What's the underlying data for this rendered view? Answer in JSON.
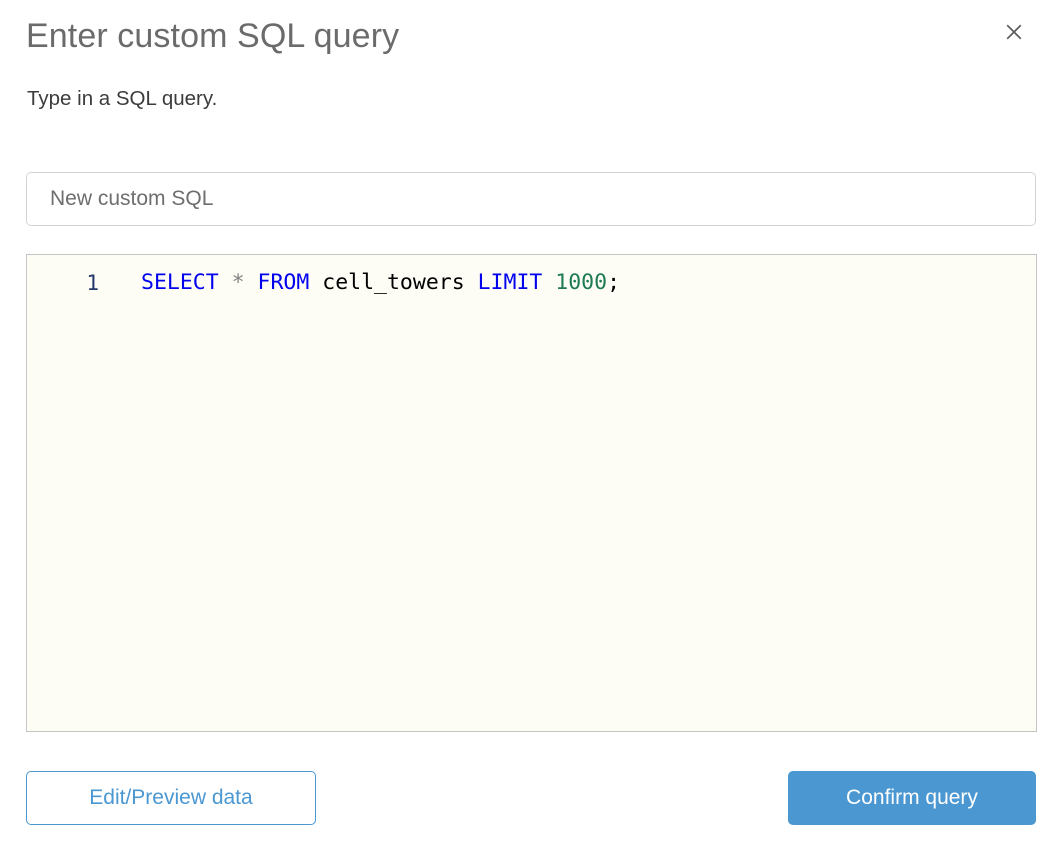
{
  "dialog": {
    "title": "Enter custom SQL query",
    "subtitle": "Type in a SQL query.",
    "close_icon": "close-icon"
  },
  "name_field": {
    "value": "",
    "placeholder": "New custom SQL"
  },
  "editor": {
    "line_numbers": [
      "1"
    ],
    "lines": [
      {
        "tokens": [
          {
            "text": "SELECT",
            "type": "keyword"
          },
          {
            "text": " ",
            "type": "plain"
          },
          {
            "text": "*",
            "type": "operator"
          },
          {
            "text": " ",
            "type": "plain"
          },
          {
            "text": "FROM",
            "type": "keyword"
          },
          {
            "text": " ",
            "type": "plain"
          },
          {
            "text": "cell_towers",
            "type": "ident"
          },
          {
            "text": " ",
            "type": "plain"
          },
          {
            "text": "LIMIT",
            "type": "keyword"
          },
          {
            "text": " ",
            "type": "plain"
          },
          {
            "text": "1000",
            "type": "number"
          },
          {
            "text": ";",
            "type": "punct"
          }
        ],
        "plain_text": "SELECT * FROM cell_towers LIMIT 1000;"
      }
    ],
    "background_color": "#fdfdf6",
    "keyword_color": "#0000ee",
    "number_color": "#1e7a53",
    "operator_color": "#808080",
    "line_number_color": "#25386b"
  },
  "footer": {
    "edit_preview_label": "Edit/Preview data",
    "confirm_label": "Confirm query",
    "accent_color": "#4a97d2"
  }
}
